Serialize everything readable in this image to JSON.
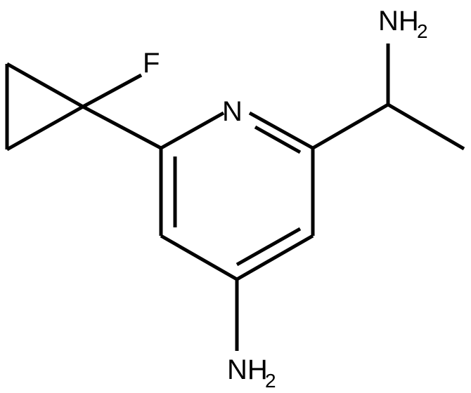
{
  "molecule": {
    "atoms": {
      "fluorine": {
        "symbol": "F"
      },
      "ring_nitrogen": {
        "symbol": "N"
      },
      "side_chain_amine": {
        "symbol": "NH",
        "subscript": "2"
      },
      "ring_amine": {
        "symbol": "NH",
        "subscript": "2"
      }
    }
  },
  "colors": {
    "bond": "#000000",
    "label": "#000000",
    "background": "#ffffff"
  }
}
